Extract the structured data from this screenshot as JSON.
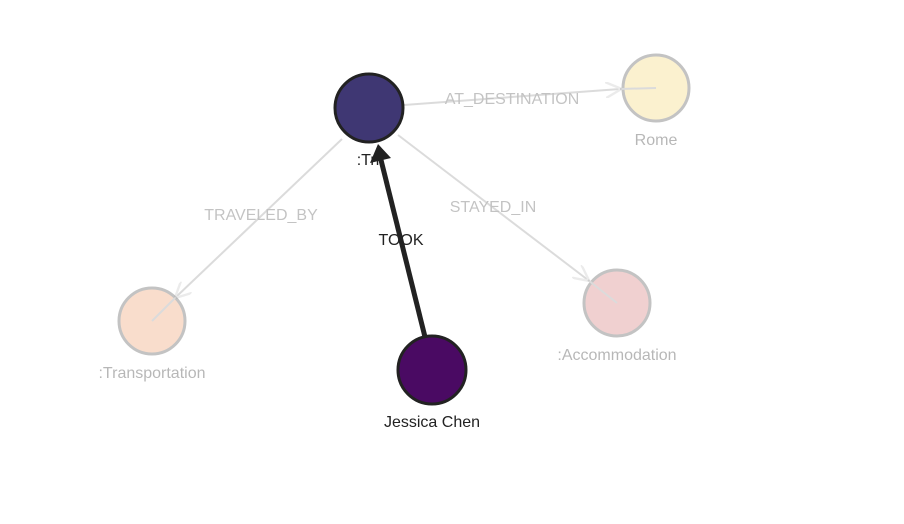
{
  "colors": {
    "trip": "#3f3773",
    "person": "#4a0a63",
    "destination": "#fbe9b5",
    "transportation": "#f6c8ad",
    "accommodation": "#eab7b7",
    "edge_active": "#222222",
    "edge_faded": "#bfbfbf",
    "node_stroke": "#222222",
    "node_stroke_faded": "#888888"
  },
  "nodes": [
    {
      "id": "trip",
      "label": ":Trip",
      "label_visible": ":Tri",
      "highlighted": true
    },
    {
      "id": "rome",
      "label": "Rome",
      "highlighted": false
    },
    {
      "id": "transportation",
      "label": ":Transportation",
      "highlighted": false
    },
    {
      "id": "accommodation",
      "label": ":Accommodation",
      "highlighted": false
    },
    {
      "id": "jessica",
      "label": "Jessica Chen",
      "highlighted": true
    }
  ],
  "edges": [
    {
      "id": "took",
      "from": "jessica",
      "to": "trip",
      "label": "TOOK",
      "highlighted": true
    },
    {
      "id": "at_destination",
      "from": "trip",
      "to": "rome",
      "label": "AT_DESTINATION",
      "highlighted": false
    },
    {
      "id": "traveled_by",
      "from": "trip",
      "to": "transportation",
      "label": "TRAVELED_BY",
      "highlighted": false
    },
    {
      "id": "stayed_in",
      "from": "trip",
      "to": "accommodation",
      "label": "STAYED_IN",
      "highlighted": false
    }
  ]
}
